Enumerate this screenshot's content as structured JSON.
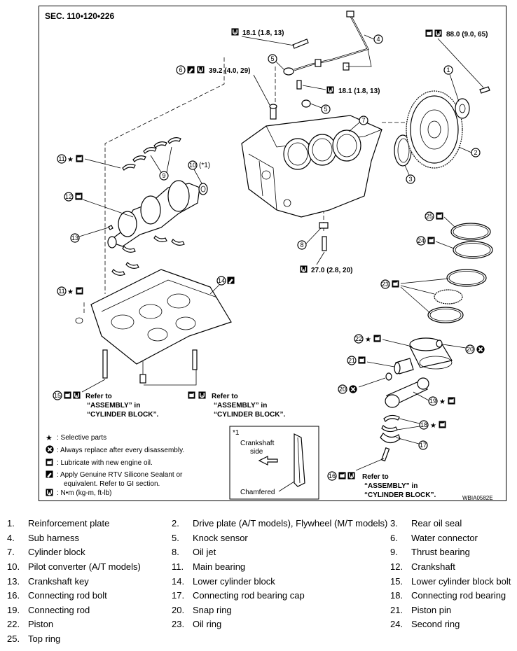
{
  "section": "SEC. 110•120•226",
  "torques": {
    "t1": "18.1 (1.8, 13)",
    "t2": "88.0 (9.0, 65)",
    "t3": "39.2 (4.0, 29)",
    "t4": "18.1 (1.8, 13)",
    "t5": "27.0 (2.8, 20)"
  },
  "callouts": [
    "1",
    "2",
    "3",
    "4",
    "5",
    "5",
    "6",
    "7",
    "8",
    "9",
    "10",
    "11",
    "11",
    "12",
    "13",
    "14",
    "15",
    "16",
    "17",
    "18",
    "19",
    "20",
    "20",
    "21",
    "22",
    "23",
    "24",
    "25"
  ],
  "pilot_note": "(*1)",
  "refer": {
    "line1": "Refer to",
    "line2": "“ASSEMBLY” in",
    "line3": "“CYLINDER BLOCK”."
  },
  "detail": {
    "marker": "*1",
    "crank_line1": "Crankshaft",
    "crank_line2": "side",
    "chamfered": "Chamfered"
  },
  "legend": {
    "selective": ": Selective parts",
    "replace": ": Always replace after every disassembly.",
    "lube": ": Lubricate with new engine oil.",
    "sealant1": ": Apply  Genuine RTV Silicone Sealant or",
    "sealant2": "equivalent. Refer to GI section.",
    "torque": ": N•m (kg-m, ft-lb)"
  },
  "figure_code": "WBIA0582E",
  "parts": [
    {
      "num": "1.",
      "name": "Reinforcement plate"
    },
    {
      "num": "2.",
      "name": "Drive plate (A/T models), Flywheel (M/T models)"
    },
    {
      "num": "3.",
      "name": "Rear oil seal"
    },
    {
      "num": "4.",
      "name": "Sub harness"
    },
    {
      "num": "5.",
      "name": "Knock sensor"
    },
    {
      "num": "6.",
      "name": "Water connector"
    },
    {
      "num": "7.",
      "name": "Cylinder block"
    },
    {
      "num": "8.",
      "name": "Oil jet"
    },
    {
      "num": "9.",
      "name": "Thrust bearing"
    },
    {
      "num": "10.",
      "name": "Pilot converter (A/T models)"
    },
    {
      "num": "11.",
      "name": "Main bearing"
    },
    {
      "num": "12.",
      "name": "Crankshaft"
    },
    {
      "num": "13.",
      "name": "Crankshaft key"
    },
    {
      "num": "14.",
      "name": "Lower cylinder block"
    },
    {
      "num": "15.",
      "name": "Lower cylinder block bolt"
    },
    {
      "num": "16.",
      "name": "Connecting rod bolt"
    },
    {
      "num": "17.",
      "name": "Connecting rod bearing cap"
    },
    {
      "num": "18.",
      "name": "Connecting rod bearing"
    },
    {
      "num": "19.",
      "name": "Connecting rod"
    },
    {
      "num": "20.",
      "name": "Snap ring"
    },
    {
      "num": "21.",
      "name": "Piston pin"
    },
    {
      "num": "22.",
      "name": "Piston"
    },
    {
      "num": "23.",
      "name": "Oil ring"
    },
    {
      "num": "24.",
      "name": "Second ring"
    },
    {
      "num": "25.",
      "name": "Top ring"
    }
  ]
}
